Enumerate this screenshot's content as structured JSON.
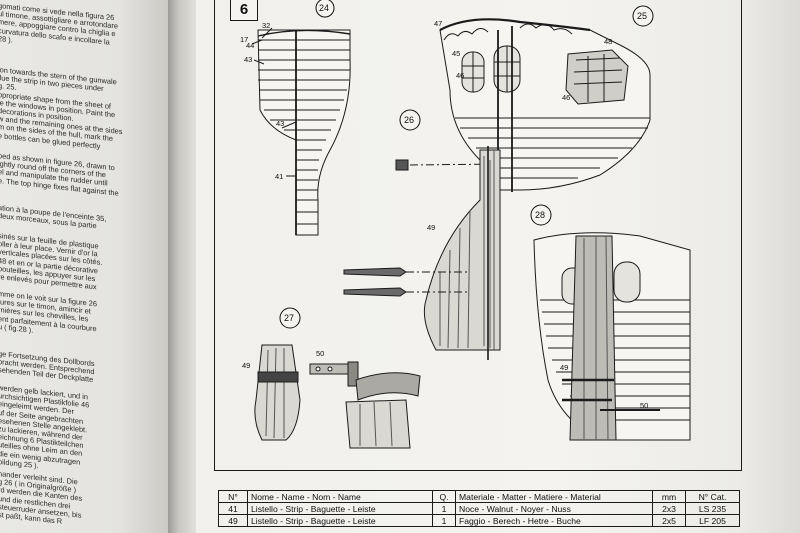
{
  "page": {
    "number": "6"
  },
  "left_text_blocks": [
    {
      "lines": [
        "gomati come si vede nella figura 26",
        "ul timone, assottigliare e arrotondare",
        "mere, appoggiare contro la chiglia e",
        "curvatura dello scafo e incollare la",
        "28 )."
      ]
    },
    {
      "lines": [
        "ion towards the stern of the gunwale",
        "ilue the strip in two pieces under",
        "g. 25.",
        "ppropriate shape from the sheet of",
        "ie the windows in position. Paint the",
        "decorations in position.",
        "w and the remaining ones at the sides",
        "m on the sides of the hull, mark the",
        "e bottles can be glued perfectly"
      ]
    },
    {
      "lines": [
        "ped as shown in figure 26, drawn to",
        "ightly round off the corners of the",
        "el and manipulate the rudder until",
        "e. The top hinge fixes flat against the"
      ]
    },
    {
      "lines": [
        "ation à la poupe de l'enceinte 35,",
        "deux morceaux, sous la partie"
      ]
    },
    {
      "lines": [
        "sinés sur la feuille de plastique",
        "oller à leur place. Vernir d'or la",
        "verticales placées sur les côtés.",
        "48 et en or la partie décorative",
        "bouteilles, les appuyer sur les",
        "re enlevés pour permettre aux"
      ]
    },
    {
      "lines": [
        "mme on le voit sur la figure 26",
        "tures sur le timon, amincir et",
        "rnières sur les chevilles, les",
        "ent parfaitement à la courbure",
        "u ( fig.28 )."
      ]
    },
    {
      "lines": [
        "ge Fortsetzung des Dollbords",
        "bracht werden. Entsprechend",
        "sehenden Teil der Deckplatte"
      ]
    },
    {
      "lines": [
        "werden gelb lackiert, und in",
        "urchsichtigen Plastikfolie 46",
        "eingeleimt werden. Der",
        "uf der Seite angebrachten",
        "esehenen Stelle angeklebt.",
        "zu lackieren, während der",
        "eichnung 6 Plastikteilchen",
        "uteilles ohne Leim an den",
        "die ein wenig abzutragen",
        "bildung 25 )."
      ]
    },
    {
      "lines": [
        "nander verleiht sind. Die",
        "g 26 ( in Originalgröße )",
        "rd werden die Kanten des",
        "und die restlichen drei",
        "steuerruder ansetzen, bis",
        "st paßt, kann das R"
      ]
    }
  ],
  "figures": {
    "fig24": "24",
    "fig25": "25",
    "fig26": "26",
    "fig27": "27",
    "fig28": "28"
  },
  "part_labels": {
    "p32": "32",
    "p17": "17",
    "p44": "44",
    "p43a": "43",
    "p43b": "43",
    "p41": "41",
    "p47": "47",
    "p45": "45",
    "p48": "48",
    "p46a": "46",
    "p46b": "46",
    "p49a": "49",
    "p49b": "49",
    "p49c": "49",
    "p50a": "50",
    "p50b": "50"
  },
  "parts_table": {
    "headers": [
      "N°",
      "Nome - Name - Nom - Name",
      "Q.",
      "Materiale - Matter - Matiere - Material",
      "mm",
      "N° Cat."
    ],
    "rows": [
      [
        "41",
        "Listello - Strip - Baguette - Leiste",
        "1",
        "Noce - Walnut - Noyer - Nuss",
        "2x3",
        "LS 235"
      ],
      [
        "49",
        "Listello - Strip - Baguette - Leiste",
        "1",
        "Faggio - Berech - Hetre - Buche",
        "2x5",
        "LF 205"
      ]
    ]
  }
}
